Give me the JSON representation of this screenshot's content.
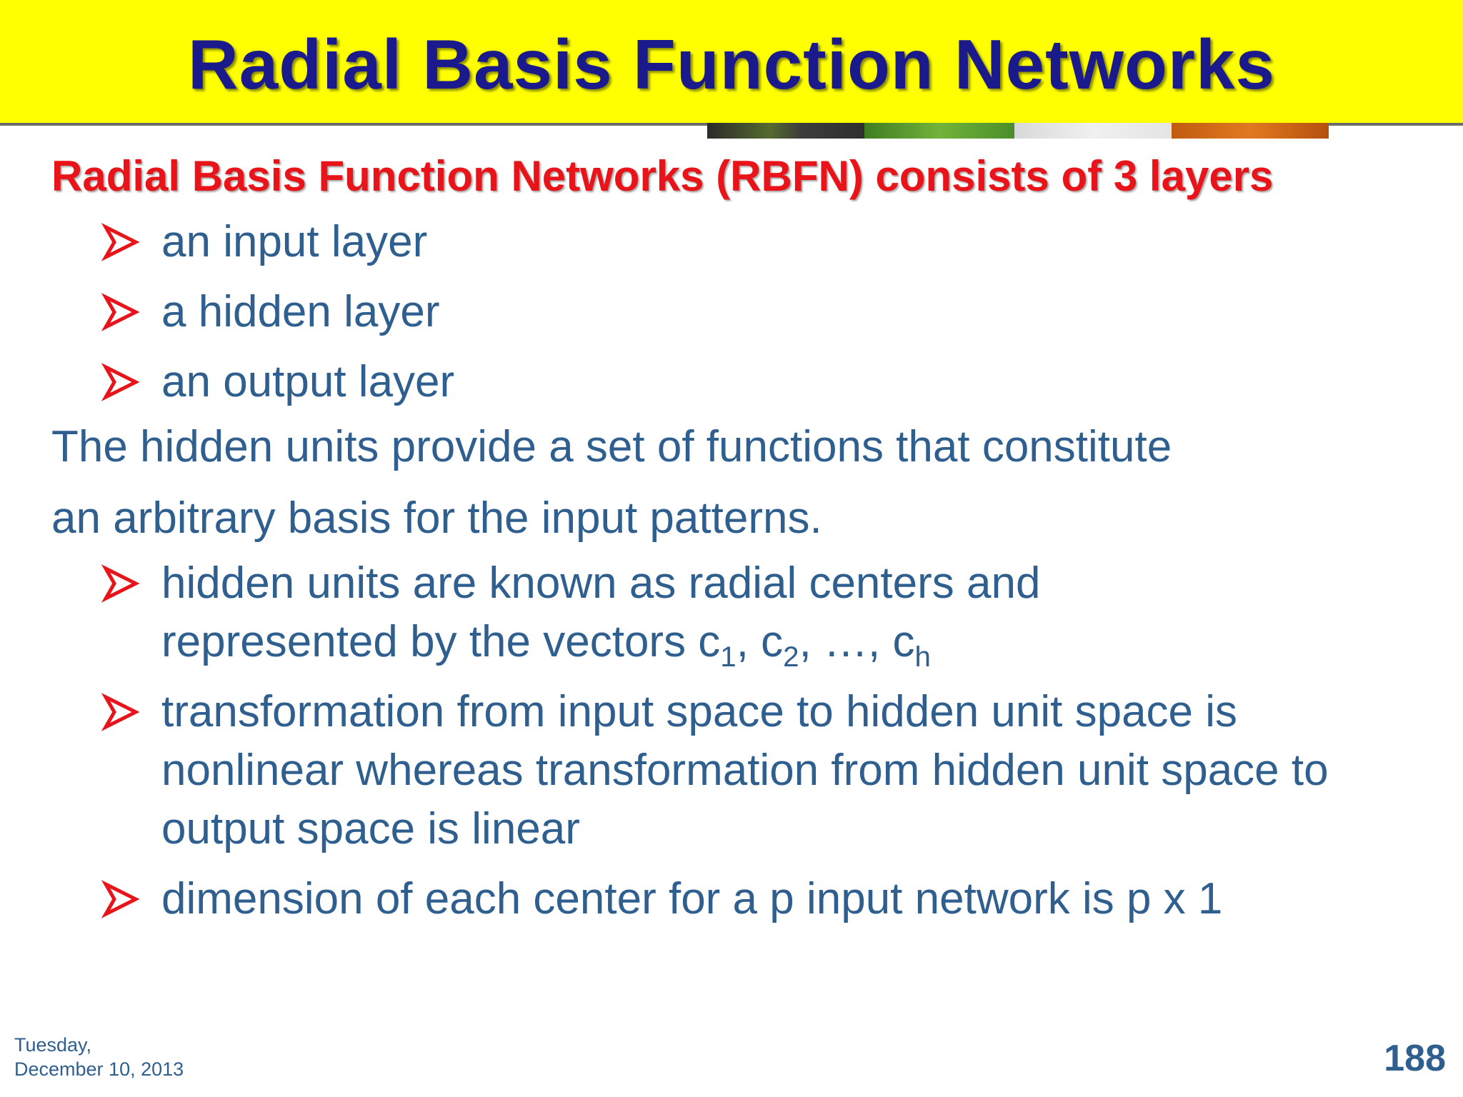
{
  "slide": {
    "title": "Radial Basis Function Networks",
    "heading": "Radial Basis Function Networks (RBFN) consists of 3 layers",
    "layers": [
      "an input layer",
      "a hidden layer",
      "an output layer"
    ],
    "paragraph_line1": "The hidden units provide a set of functions that constitute",
    "paragraph_line2": "an arbitrary basis for the input patterns.",
    "points": {
      "p1_line1": "hidden units are known as radial centers and",
      "p1_line2_prefix": "represented by the vectors c",
      "p1_sub1": "1",
      "p1_sep1": ", c",
      "p1_sub2": "2",
      "p1_sep2": ", …, c",
      "p1_sub3": "h",
      "p2": "transformation from input space to hidden unit space is nonlinear whereas transformation from hidden unit space to output space is linear",
      "p3": "dimension of each center for a p input network is p x 1"
    }
  },
  "footer": {
    "date_line1": "Tuesday,",
    "date_line2": "December 10, 2013",
    "page_number": "188"
  },
  "colors": {
    "title_bar": "#ffff00",
    "title_text": "#1a1a8c",
    "heading": "#e8141a",
    "body_text": "#2f5f8f",
    "bullet_arrow": "#e8141a"
  },
  "icons": {
    "bullet": "arrow-bullet-icon"
  }
}
